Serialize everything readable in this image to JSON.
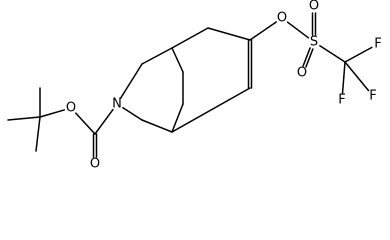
{
  "molecule": {
    "atoms": [
      {
        "id": "c_tbu_q",
        "element": "C",
        "label": ""
      },
      {
        "id": "c_tbu_m1",
        "element": "C",
        "label": ""
      },
      {
        "id": "c_tbu_m2",
        "element": "C",
        "label": ""
      },
      {
        "id": "c_tbu_m3",
        "element": "C",
        "label": ""
      },
      {
        "id": "o_ester",
        "element": "O",
        "label": "O"
      },
      {
        "id": "c_carbonyl",
        "element": "C",
        "label": ""
      },
      {
        "id": "o_carbonyl",
        "element": "O",
        "label": "O"
      },
      {
        "id": "n_amine",
        "element": "N",
        "label": "N"
      },
      {
        "id": "c_ch2_a",
        "element": "C",
        "label": ""
      },
      {
        "id": "c_ch2_b",
        "element": "C",
        "label": ""
      },
      {
        "id": "c_bridgehead_top",
        "element": "C",
        "label": ""
      },
      {
        "id": "c_bridgehead_bottom",
        "element": "C",
        "label": ""
      },
      {
        "id": "c_bridge_1",
        "element": "C",
        "label": ""
      },
      {
        "id": "c_bridge_2",
        "element": "C",
        "label": ""
      },
      {
        "id": "c_ring_ch2",
        "element": "C",
        "label": ""
      },
      {
        "id": "c_vinyl_otf",
        "element": "C",
        "label": ""
      },
      {
        "id": "c_vinyl_h",
        "element": "C",
        "label": ""
      },
      {
        "id": "o_triflate",
        "element": "O",
        "label": "O"
      },
      {
        "id": "s_sulfonyl",
        "element": "S",
        "label": "S"
      },
      {
        "id": "o_sulfonyl_up",
        "element": "O",
        "label": "O"
      },
      {
        "id": "o_sulfonyl_down",
        "element": "O",
        "label": "O"
      },
      {
        "id": "c_cf3",
        "element": "C",
        "label": ""
      },
      {
        "id": "f_1",
        "element": "F",
        "label": "F"
      },
      {
        "id": "f_2",
        "element": "F",
        "label": "F"
      },
      {
        "id": "f_3",
        "element": "F",
        "label": "F"
      }
    ],
    "bonds": [
      {
        "from": "c_tbu_q",
        "to": "c_tbu_m1",
        "order": 1
      },
      {
        "from": "c_tbu_q",
        "to": "c_tbu_m2",
        "order": 1
      },
      {
        "from": "c_tbu_q",
        "to": "c_tbu_m3",
        "order": 1
      },
      {
        "from": "c_tbu_q",
        "to": "o_ester",
        "order": 1
      },
      {
        "from": "o_ester",
        "to": "c_carbonyl",
        "order": 1
      },
      {
        "from": "c_carbonyl",
        "to": "o_carbonyl",
        "order": 2
      },
      {
        "from": "c_carbonyl",
        "to": "n_amine",
        "order": 1
      },
      {
        "from": "n_amine",
        "to": "c_ch2_a",
        "order": 1
      },
      {
        "from": "n_amine",
        "to": "c_ch2_b",
        "order": 1
      },
      {
        "from": "c_ch2_a",
        "to": "c_bridgehead_top",
        "order": 1
      },
      {
        "from": "c_ch2_b",
        "to": "c_bridgehead_bottom",
        "order": 1
      },
      {
        "from": "c_bridgehead_top",
        "to": "c_bridge_1",
        "order": 1
      },
      {
        "from": "c_bridge_1",
        "to": "c_bridge_2",
        "order": 1
      },
      {
        "from": "c_bridge_2",
        "to": "c_bridgehead_bottom",
        "order": 1
      },
      {
        "from": "c_bridgehead_top",
        "to": "c_ring_ch2",
        "order": 1
      },
      {
        "from": "c_ring_ch2",
        "to": "c_vinyl_otf",
        "order": 1
      },
      {
        "from": "c_vinyl_otf",
        "to": "c_vinyl_h",
        "order": 2
      },
      {
        "from": "c_vinyl_h",
        "to": "c_bridgehead_bottom",
        "order": 1
      },
      {
        "from": "c_vinyl_otf",
        "to": "o_triflate",
        "order": 1
      },
      {
        "from": "o_triflate",
        "to": "s_sulfonyl",
        "order": 1
      },
      {
        "from": "s_sulfonyl",
        "to": "o_sulfonyl_up",
        "order": 2
      },
      {
        "from": "s_sulfonyl",
        "to": "o_sulfonyl_down",
        "order": 2
      },
      {
        "from": "s_sulfonyl",
        "to": "c_cf3",
        "order": 1
      },
      {
        "from": "c_cf3",
        "to": "f_1",
        "order": 1
      },
      {
        "from": "c_cf3",
        "to": "f_2",
        "order": 1
      },
      {
        "from": "c_cf3",
        "to": "f_3",
        "order": 1
      }
    ]
  }
}
